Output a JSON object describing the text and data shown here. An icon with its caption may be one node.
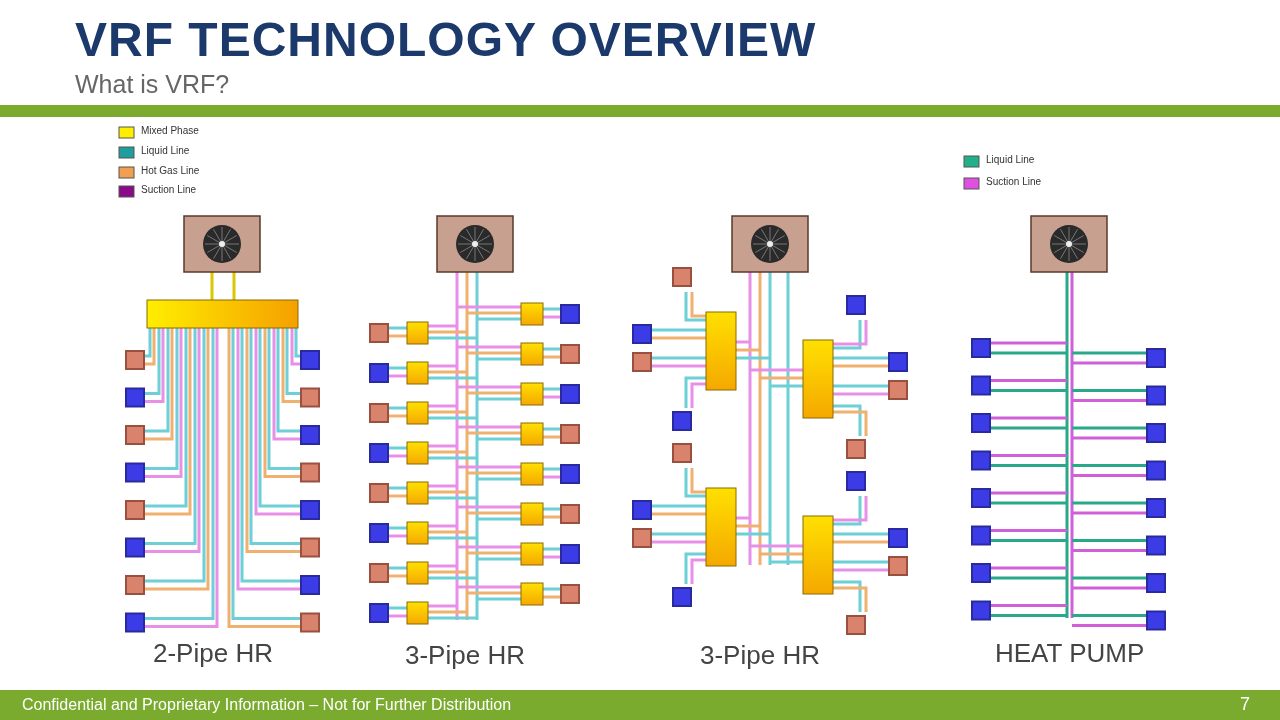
{
  "diagram": {
    "title": "VRF TECHNOLOGY OVERVIEW",
    "labels": [
      "What is VRF?",
      "2-Pipe HR",
      "3-Pipe HR",
      "3-Pipe HR",
      "HEAT PUMP",
      "Confidential and Proprietary Information – Not for Further Distribution",
      "7"
    ],
    "legend": [
      {
        "text": "Mixed Phase",
        "color": "#ffee00"
      },
      {
        "text": "Liquid Line",
        "color": "#1f9e9e"
      },
      {
        "text": "Hot Gas Line",
        "color": "#f0a050"
      },
      {
        "text": "Suction Line",
        "color": "#8a0a8a"
      },
      {
        "text": "Liquid Line",
        "color": "#20b08a"
      },
      {
        "text": "Suction Line",
        "color": "#e050e0"
      }
    ]
  }
}
